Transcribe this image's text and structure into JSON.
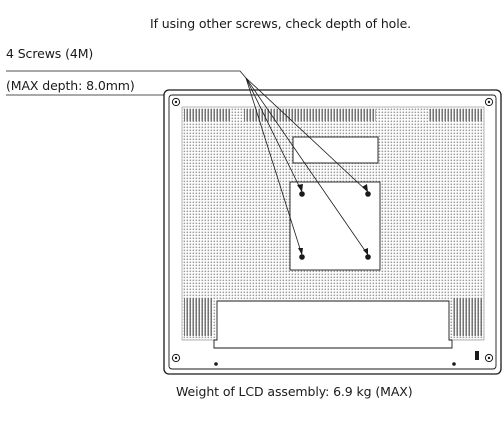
{
  "notes": {
    "top": "If using other screws, check depth of hole.",
    "screws": "4 Screws (4M)",
    "depth": "(MAX depth: 8.0mm)",
    "weight": "Weight of LCD assembly: 6.9 kg (MAX)"
  },
  "colors": {
    "line": "#1a1a1a",
    "panel_fill": "#ffffff",
    "dot_pattern": "#9a9a9a"
  },
  "icons": {
    "screw_hole": "screw-hole-icon",
    "corner_screw": "corner-screw-icon",
    "power_switch": "power-switch-icon"
  }
}
